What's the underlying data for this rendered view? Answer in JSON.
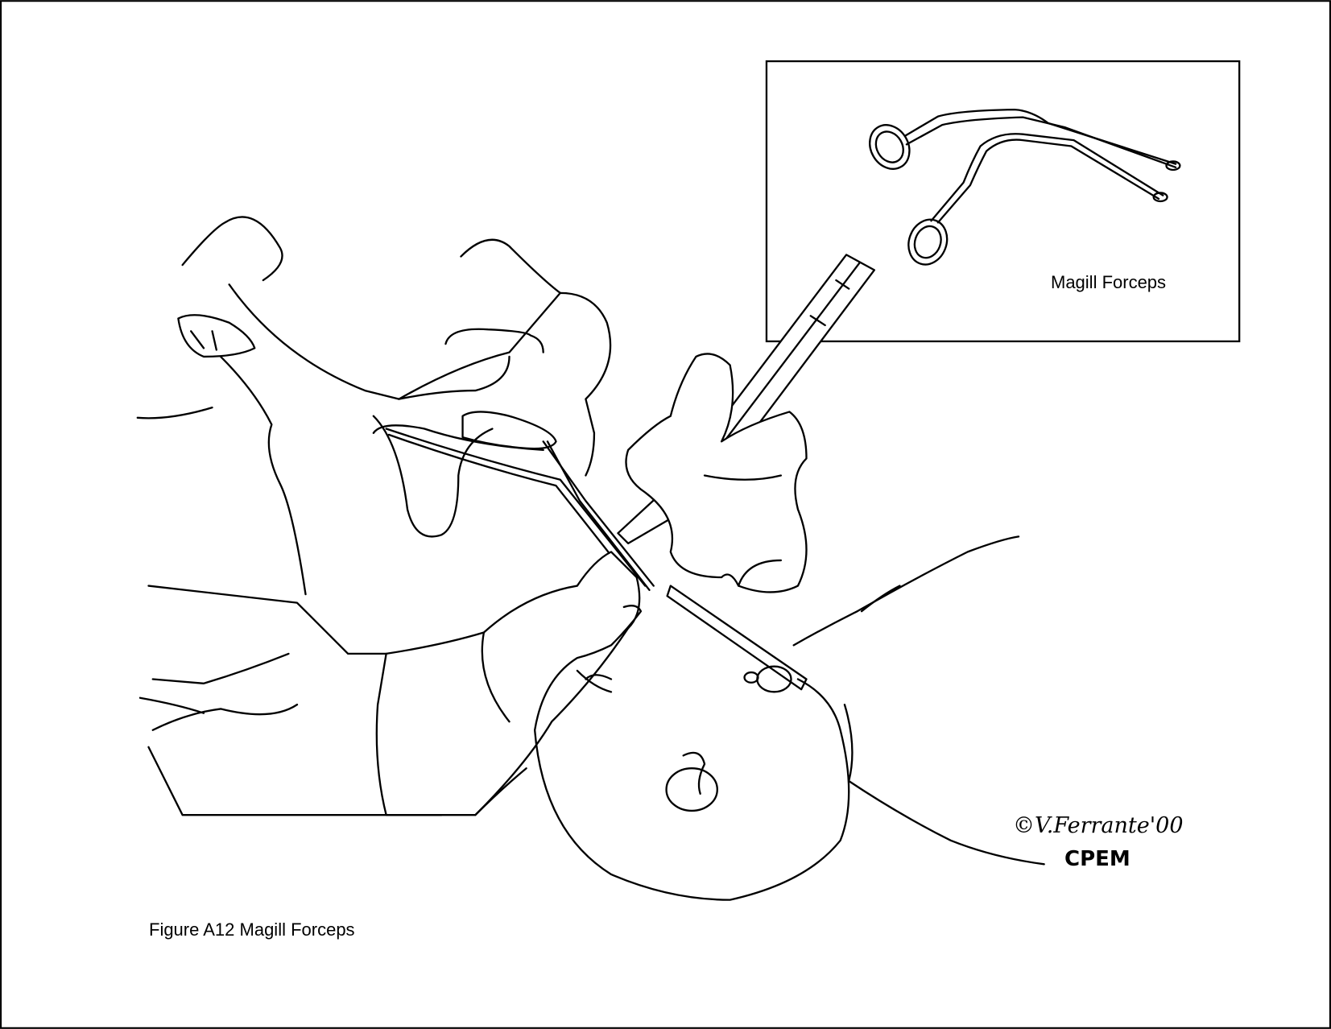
{
  "figure": {
    "caption": "Figure A12 Magill Forceps",
    "inset_label": "Magill Forceps",
    "signature": "©V.Ferrante'00",
    "publisher_mark": "CPEM",
    "line_color": "#000000",
    "background_color": "#ffffff"
  }
}
